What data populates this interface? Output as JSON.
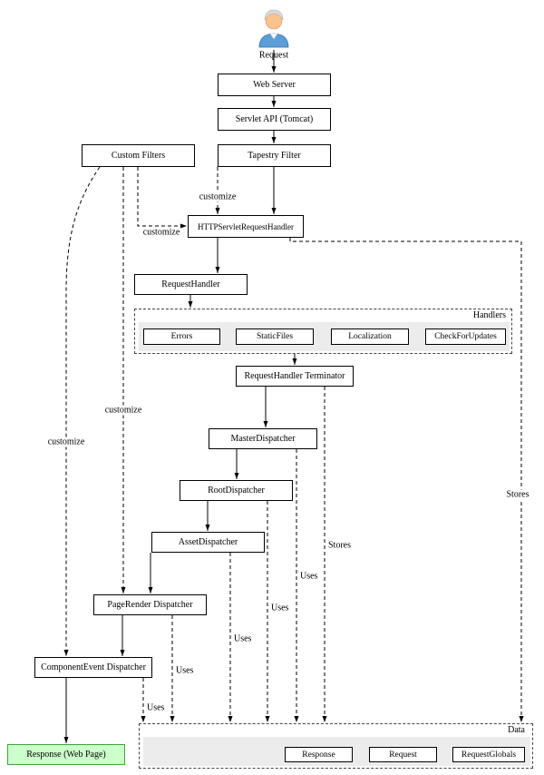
{
  "user": {
    "icon": "person-icon",
    "label": "Request"
  },
  "nodes": {
    "web_server": "Web Server",
    "servlet_api": "Servlet API (Tomcat)",
    "tapestry_filter": "Tapestry Filter",
    "custom_filters": "Custom Filters",
    "http_servlet_request_handler": "HTTPServletRequestHandler",
    "request_handler": "RequestHandler",
    "request_handler_terminator": "RequestHandler Terminator",
    "master_dispatcher": "MasterDispatcher",
    "root_dispatcher": "RootDispatcher",
    "asset_dispatcher": "AssetDispatcher",
    "page_render_dispatcher": "PageRender Dispatcher",
    "component_event_dispatcher": "ComponentEvent Dispatcher",
    "response_web_page": "Response (Web Page)"
  },
  "groups": {
    "handlers": {
      "label": "Handlers",
      "items": [
        "Errors",
        "StaticFiles",
        "Localization",
        "CheckForUpdates"
      ]
    },
    "data": {
      "label": "Data",
      "items": [
        "Response",
        "Request",
        "RequestGlobals"
      ]
    }
  },
  "edge_labels": {
    "customize_tapestry": "customize",
    "customize_filters_handler": "customize",
    "customize_pagerender": "customize",
    "customize_componentevent": "customize",
    "stores_requesthandler": "Stores",
    "stores_terminator": "Stores",
    "uses_master": "Uses",
    "uses_root": "Uses",
    "uses_asset": "Uses",
    "uses_pagerender": "Uses",
    "uses_componentevent": "Uses"
  },
  "colors": {
    "response_fill": "#ccffcc",
    "response_border": "#3aa43a",
    "group_band": "#ececec",
    "edge": "#000000"
  }
}
